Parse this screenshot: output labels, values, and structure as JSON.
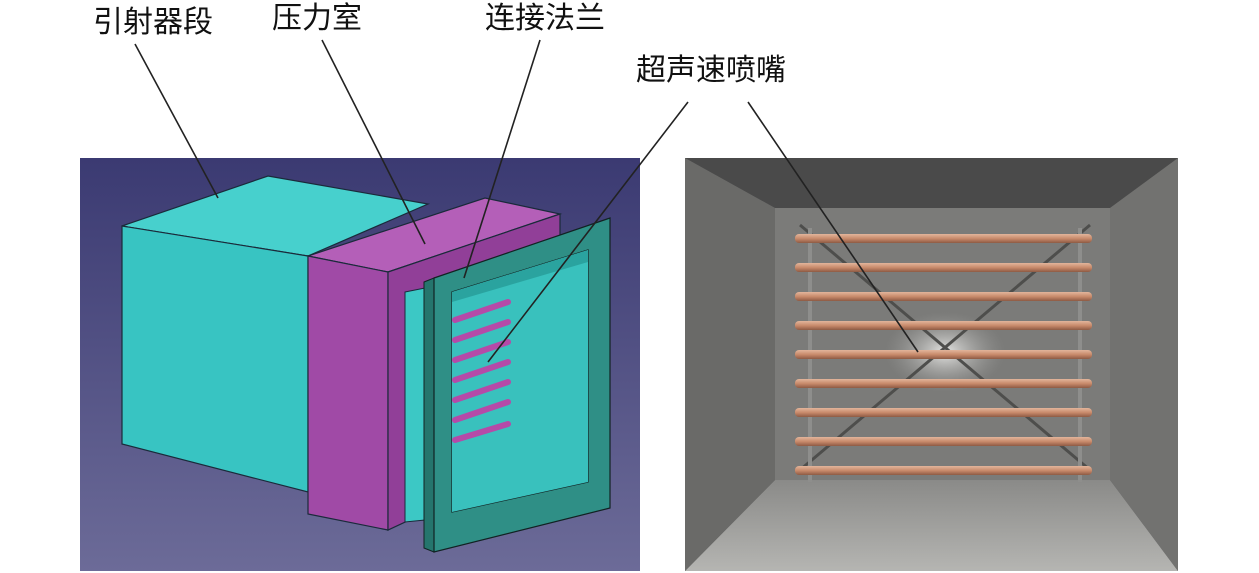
{
  "labels": {
    "ejector_section": "引射器段",
    "pressure_chamber": "压力室",
    "connecting_flange": "连接法兰",
    "supersonic_nozzle": "超声速喷嘴"
  },
  "colors": {
    "cad_background_top": "#3b3a72",
    "cad_background_bottom": "#6c6b98",
    "ejector_cyan": "#38c4c2",
    "chamber_magenta": "#a04aa6",
    "flange_teal": "#2f8f86",
    "nozzle_bar": "#b54aa8",
    "photo_copper": "#c98b6c",
    "photo_wall": "#6e6e6e"
  },
  "cad_nozzle_count": 7,
  "photo_nozzle_count": 9
}
